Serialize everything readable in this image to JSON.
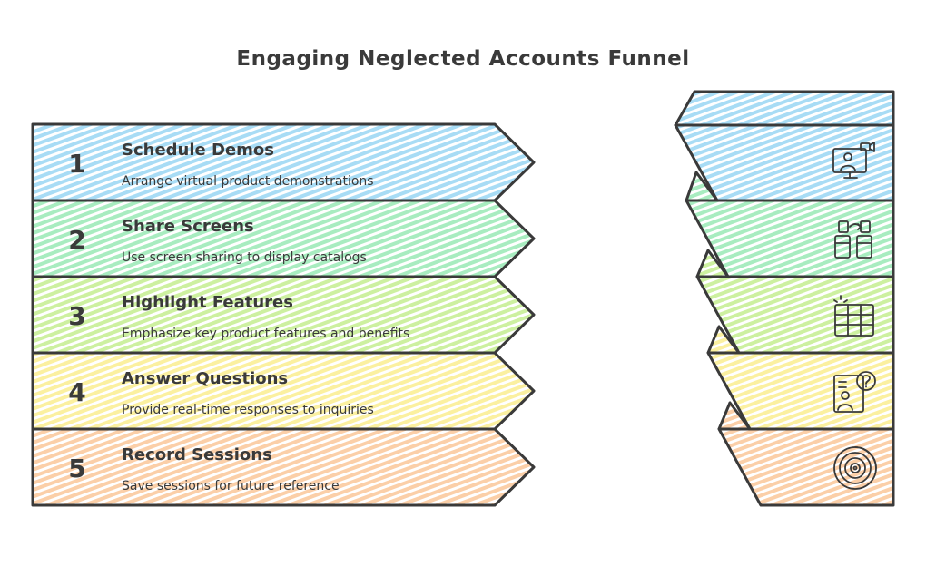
{
  "title": "Engaging Neglected Accounts Funnel",
  "steps": [
    {
      "number": "1",
      "heading": "Schedule Demos",
      "description": "Arrange virtual product demonstrations",
      "color": "#a8dcf5",
      "icon": "video-presentation-icon"
    },
    {
      "number": "2",
      "heading": "Share Screens",
      "description": "Use screen sharing to display catalogs",
      "color": "#a8ecc0",
      "icon": "screen-share-devices-icon"
    },
    {
      "number": "3",
      "heading": "Highlight Features",
      "description": "Emphasize key product features and benefits",
      "color": "#cdf0a0",
      "icon": "highlight-grid-icon"
    },
    {
      "number": "4",
      "heading": "Answer Questions",
      "description": "Provide real-time responses to inquiries",
      "color": "#fbf0a0",
      "icon": "user-question-icon"
    },
    {
      "number": "5",
      "heading": "Record Sessions",
      "description": "Save sessions for future reference",
      "color": "#fbcfa8",
      "icon": "record-disc-icon"
    }
  ]
}
